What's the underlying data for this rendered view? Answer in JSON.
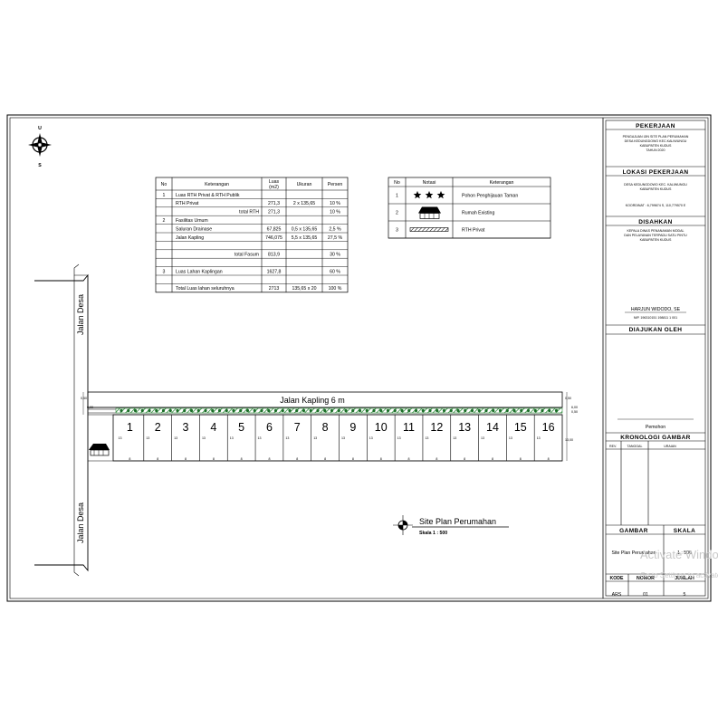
{
  "north": {
    "top": "U",
    "bottom": "S"
  },
  "rth_table": {
    "headers": [
      "No",
      "Keterangan",
      "Luas\n(m2)",
      "Ukuran",
      "Persen"
    ],
    "rows": [
      [
        "1",
        "Luas RTH Privat & RTH Publik",
        "",
        "",
        ""
      ],
      [
        "",
        "RTH Privat",
        "271,3",
        "2 x 135,65",
        "10 %"
      ],
      [
        "",
        "total RTH",
        "271,3",
        "",
        "10 %"
      ],
      [
        "2",
        "Fasilitas Umum",
        "",
        "",
        ""
      ],
      [
        "",
        "Saluran Drainase",
        "67,825",
        "0,5 x 135,65",
        "2,5 %"
      ],
      [
        "",
        "Jalan Kapling",
        "746,075",
        "5,5 x 135,65",
        "27,5 %"
      ],
      [
        "",
        "",
        "",
        "",
        ""
      ],
      [
        "",
        "total Fasum",
        "813,9",
        "",
        "30 %"
      ],
      [
        "",
        "",
        "",
        "",
        ""
      ],
      [
        "3",
        "Luas Lahan Kaplingan",
        "1627,8",
        "",
        "60 %"
      ],
      [
        "",
        "",
        "",
        "",
        ""
      ],
      [
        "",
        "Total Luas lahan seluruhnya",
        "2713",
        "135,65 x 20",
        "100 %"
      ]
    ]
  },
  "legend": {
    "headers": [
      "No",
      "Notasi",
      "Keterangan"
    ],
    "rows": [
      {
        "no": "1",
        "label": "Pohon Penghijauan Taman",
        "icon": "tree-icon"
      },
      {
        "no": "2",
        "label": "Rumah Existing",
        "icon": "house-icon"
      },
      {
        "no": "3",
        "label": "RTH Privat",
        "icon": "hatch-icon"
      }
    ]
  },
  "plan": {
    "road_village": "Jalan Desa",
    "road_kapling": "Jalan Kapling 6 m",
    "lots": [
      "1",
      "2",
      "3",
      "4",
      "5",
      "6",
      "7",
      "8",
      "9",
      "10",
      "11",
      "12",
      "13",
      "14",
      "15",
      "16"
    ],
    "lot_dim_side": "13",
    "lot_dim_bottom": "8",
    "dim_top": "0,50",
    "dim_road": "6,00",
    "dim_lot": "13,00",
    "title": "Site Plan Perumahan",
    "scale": "Skala 1 : 500"
  },
  "title_block": {
    "pekerjaan_head": "PEKERJAAN",
    "pekerjaan_lines": [
      "PENGAJUAN IJIN SITE PLAN PERUMAHAN",
      "DESA KEDUNGDOWO KEC.KALIWUNGU",
      "KABUPATEN KUDUS",
      "TAHUN 2020"
    ],
    "lokasi_head": "LOKASI PEKERJAAN",
    "lokasi_lines": [
      "DESA KEDUNGDOWO KEC. KALIWUNGU",
      "KABUPATEN KUDUS"
    ],
    "koordinat": "KOORDINAT : 6,799674 S, 110,779570 E",
    "disahkan_head": "DISAHKAN",
    "disahkan_lines": [
      "KEPALA DINAS PENANAMAN MODAL",
      "DAN PELAYANAN TERPADU SATU PINTU",
      "KABUPATEN KUDUS"
    ],
    "signer_name": "HARJUN WIDODO, SE",
    "signer_nip": "NIP. 196310151 198811 1 001",
    "diajukan_head": "DIAJUKAN OLEH",
    "applicant_role": "Pemohon",
    "kronologi_head": "KRONOLOGI GAMBAR",
    "kronologi_cols": [
      "REV.",
      "TANGGAL",
      "URAIAN"
    ],
    "gambar_head": "GAMBAR",
    "skala_head": "SKALA",
    "gambar_value": "Site Plan Perumahan",
    "skala_value": "1 : 500",
    "kode_head": "KODE",
    "nomor_head": "NOMOR",
    "jumlah_head": "JUMLAH",
    "kode_value": "ARS",
    "nomor_value": "01",
    "jumlah_value": "5"
  },
  "watermark": {
    "line1": "Activate Windows",
    "line2": "Go to Settings to activate Windows."
  }
}
